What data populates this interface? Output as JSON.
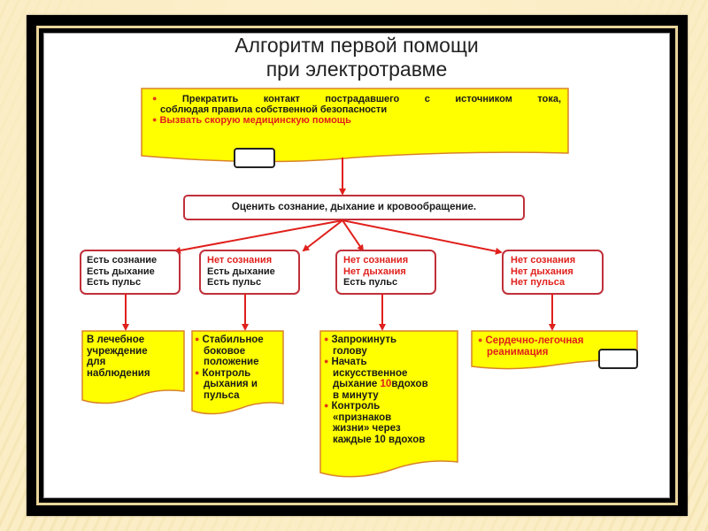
{
  "title": {
    "line1": "Алгоритм первой помощи",
    "line2": "при электротравме"
  },
  "step_initial": {
    "items": [
      {
        "text_line1": "Прекратить контакт пострадавшего с источником тока,",
        "text_line2": "соблюдая правила собственной безопасности",
        "color": "black"
      },
      {
        "text_line1": "Вызвать скорую медицинскую помощь",
        "color": "red"
      }
    ]
  },
  "step_assess": {
    "text": "Оценить сознание, дыхание и кровообращение."
  },
  "conditions": [
    {
      "lines": [
        {
          "text": "Есть сознание",
          "color": "black"
        },
        {
          "text": "Есть дыхание",
          "color": "black"
        },
        {
          "text": "Есть пульс",
          "color": "black"
        }
      ]
    },
    {
      "lines": [
        {
          "text": "Нет сознания",
          "color": "red"
        },
        {
          "text": "Есть дыхание",
          "color": "black"
        },
        {
          "text": "Есть пульс",
          "color": "black"
        }
      ]
    },
    {
      "lines": [
        {
          "text": "Нет сознания",
          "color": "red"
        },
        {
          "text": "Нет дыхания",
          "color": "red"
        },
        {
          "text": "Есть пульс",
          "color": "black"
        }
      ]
    },
    {
      "lines": [
        {
          "text": "Нет сознания",
          "color": "red"
        },
        {
          "text": "Нет дыхания",
          "color": "red"
        },
        {
          "text": "Нет пульса",
          "color": "red"
        }
      ]
    }
  ],
  "actions": [
    {
      "lines": [
        "В лечебное",
        "учреждение",
        "для",
        "наблюдения"
      ]
    },
    {
      "bullets": [
        {
          "lines": [
            "Стабильное",
            "боковое",
            "положение"
          ]
        },
        {
          "lines": [
            "Контроль",
            "дыхания и",
            "пульса"
          ]
        }
      ]
    },
    {
      "bullets": [
        {
          "lines": [
            "Запрокинуть",
            "голову"
          ]
        },
        {
          "lines": [
            "Начать",
            "искусственное",
            "дыхание",
            "10",
            "вдохов",
            "в минуту"
          ]
        },
        {
          "lines": [
            "Контроль",
            "«признаков",
            "жизни» через",
            "каждые 10 вдохов"
          ]
        }
      ]
    },
    {
      "bullets": [
        {
          "lines": [
            "Сердечно-легочная",
            "реанимация"
          ],
          "color": "red"
        }
      ]
    }
  ],
  "colors": {
    "yellow_fill": "#ffff00",
    "yellow_border": "#d9822b",
    "box_border": "#c0303a",
    "arrow": "#e0201c",
    "text_red": "#e0201c",
    "background": "#fbeec6",
    "frame": "#000000"
  }
}
